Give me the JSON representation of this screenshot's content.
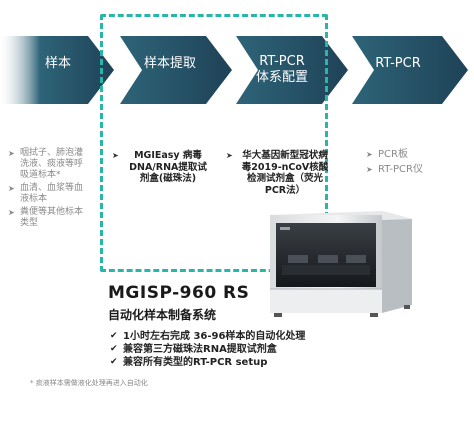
{
  "flow": {
    "steps": [
      {
        "label_lines": [
          "样本"
        ]
      },
      {
        "label_lines": [
          "样本提取"
        ]
      },
      {
        "label_lines": [
          "RT-PCR",
          "体系配置"
        ]
      },
      {
        "label_lines": [
          "RT-PCR"
        ]
      }
    ]
  },
  "columns": {
    "sample": {
      "items": [
        "咽拭子、肺泡灌洗液、痰液等呼吸道标本*",
        "血清、血浆等血液标本",
        "粪便等其他标本类型"
      ]
    },
    "extraction": {
      "items": [
        "MGIEasy 病毒DNA/RNA提取试剂盒(磁珠法)"
      ]
    },
    "config": {
      "items": [
        "华大基因新型冠状病毒2019-nCoV核酸检测试剂盒（荧光PCR法）"
      ]
    },
    "pcr": {
      "items": [
        "PCR板",
        "RT-PCR仪"
      ]
    }
  },
  "product": {
    "name": "MGISP-960 RS",
    "subtitle": "自动化样本制备系统"
  },
  "features": [
    "1小时左右完成 36-96样本的自动化处理",
    "兼容第三方磁珠法RNA提取试剂盒",
    "兼容所有类型的RT-PCR setup"
  ],
  "footnote": "* 痰液样本需做液化处理再进入自动化",
  "colors": {
    "chevron_dark": "#23495e",
    "chevron_light": "#3b7a8a",
    "dash": "#2ab5ab"
  },
  "icons": {
    "bullet": "arrow-bullet-icon",
    "check": "checkmark-icon"
  }
}
